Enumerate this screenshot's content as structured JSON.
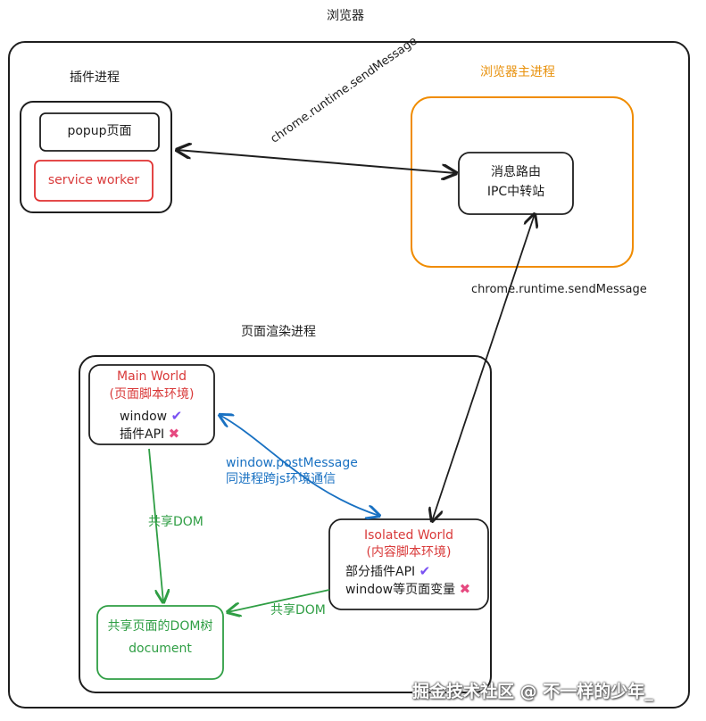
{
  "browser": {
    "title": "浏览器"
  },
  "extension_process": {
    "title": "插件进程",
    "popup": "popup页面",
    "service_worker": "service worker"
  },
  "main_process": {
    "title": "浏览器主进程",
    "router_line1": "消息路由",
    "router_line2": "IPC中转站"
  },
  "render_process": {
    "title": "页面渲染进程",
    "main_world": {
      "title": "Main World",
      "subtitle": "(页面脚本环境)",
      "item1": "window",
      "item1_mark": "✔",
      "item2": "插件API",
      "item2_mark": "✖"
    },
    "isolated_world": {
      "title": "Isolated World",
      "subtitle": "(内容脚本环境)",
      "item1": "部分插件API",
      "item1_mark": "✔",
      "item2": "window等页面变量",
      "item2_mark": "✖"
    },
    "dom_tree": {
      "line1": "共享页面的DOM树",
      "line2": "document"
    }
  },
  "edges": {
    "popup_to_router": "chrome.runtime.sendMessage",
    "isolated_to_router": "chrome.runtime.sendMessage",
    "main_to_isolated_line1": "window.postMessage",
    "main_to_isolated_line2": "同进程跨js环境通信",
    "main_to_dom": "共享DOM",
    "isolated_to_dom": "共享DOM"
  },
  "watermark": "掘金技术社区 @ 不一样的少年_",
  "colors": {
    "black": "#1e1e1e",
    "orange": "#f08c00",
    "red": "#e03131",
    "green": "#2f9e44",
    "blue": "#1971c2"
  }
}
